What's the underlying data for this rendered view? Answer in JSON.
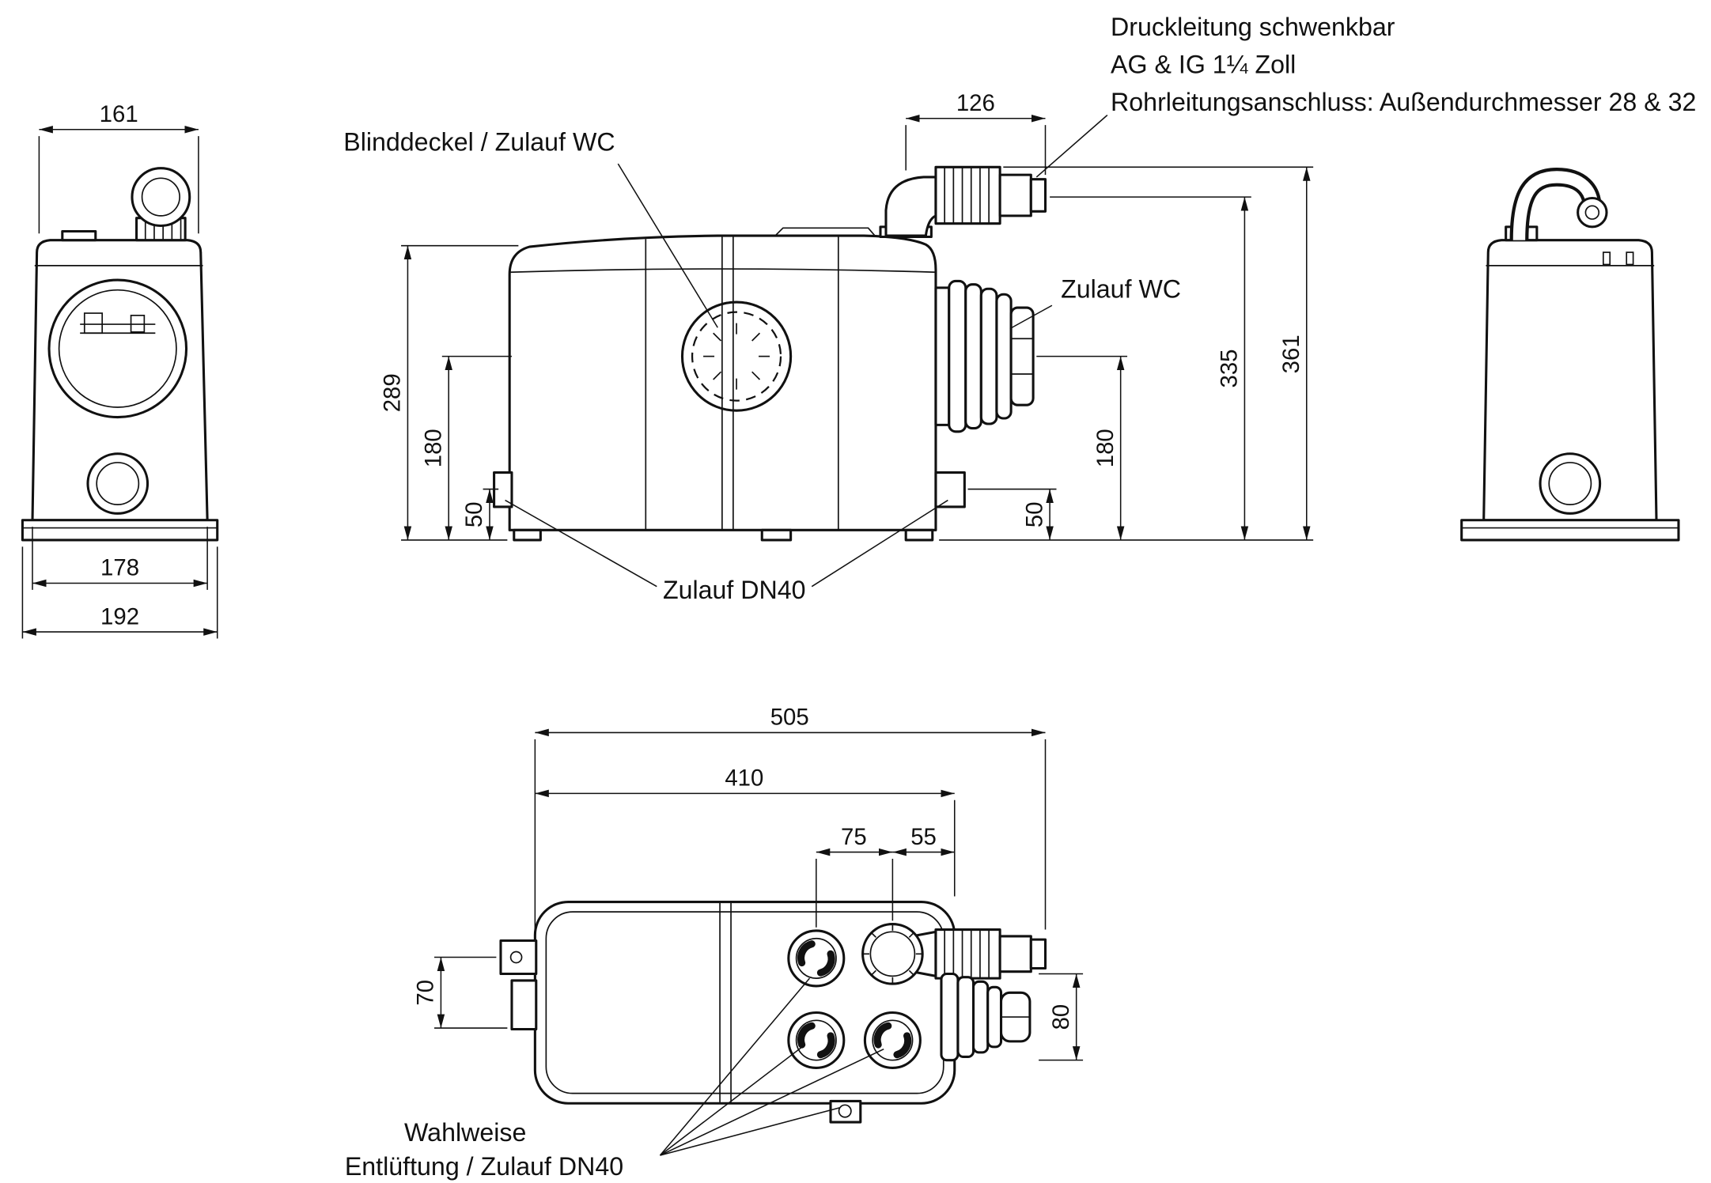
{
  "labels": {
    "blinddeckel": "Blinddeckel / Zulauf WC",
    "druckleitung_1": "Druckleitung schwenkbar",
    "druckleitung_2": "AG & IG 1¼ Zoll",
    "druckleitung_3": "Rohrleitungsanschluss: Außendurchmesser 28 & 32",
    "zulauf_wc": "Zulauf WC",
    "zulauf_dn40": "Zulauf DN40",
    "wahlweise_1": "Wahlweise",
    "wahlweise_2": "Entlüftung / Zulauf DN40"
  },
  "dimensions": {
    "side_top_width": "161",
    "side_body_width": "178",
    "side_base_width": "192",
    "outlet_offset": "126",
    "body_height": "289",
    "inlet_height_left": "180",
    "inlet_low_left": "50",
    "inlet_height_right": "180",
    "inlet_low_right": "50",
    "outlet_height": "335",
    "total_height": "361",
    "total_length": "505",
    "tank_length": "410",
    "port_spacing": "75",
    "port_edge": "55",
    "tab_offset": "70",
    "bellows_diameter": "80"
  }
}
